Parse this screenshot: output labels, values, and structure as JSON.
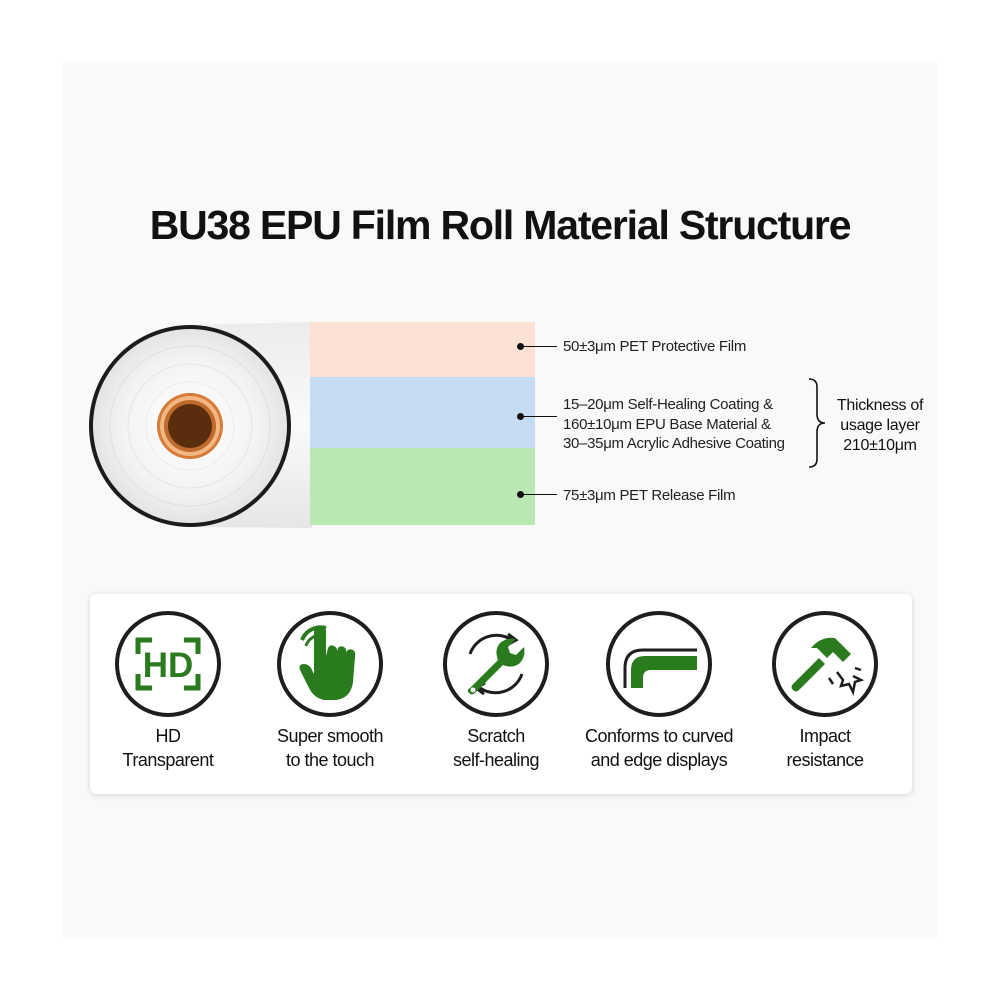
{
  "title": "BU38 EPU Film Roll Material Structure",
  "colors": {
    "pet_layer": "#fbe1d6",
    "epu_layer": "#c5dcf3",
    "release_layer": "#b9e8b3",
    "icon_green": "#2a7a1e",
    "core_copper": "#c06a2c"
  },
  "layers": [
    {
      "lines": [
        "50±3μm PET Protective Film"
      ]
    },
    {
      "lines": [
        "15–20μm Self-Healing Coating &",
        "160±10μm EPU Base Material &",
        "30–35μm Acrylic Adhesive Coating"
      ]
    },
    {
      "lines": [
        "75±3μm PET Release Film"
      ]
    }
  ],
  "thickness": {
    "lines": [
      "Thickness of",
      "usage layer",
      "210±10μm"
    ]
  },
  "features": [
    {
      "icon": "hd-icon",
      "icon_text": "HD",
      "lines": [
        "HD",
        "Transparent"
      ]
    },
    {
      "icon": "touch-hand-icon",
      "lines": [
        "Super smooth",
        "to the touch"
      ]
    },
    {
      "icon": "wrench-repair-icon",
      "lines": [
        "Scratch",
        "self-healing"
      ]
    },
    {
      "icon": "curved-edge-icon",
      "lines": [
        "Conforms to curved",
        "and edge displays"
      ]
    },
    {
      "icon": "hammer-impact-icon",
      "lines": [
        "Impact",
        "resistance"
      ]
    }
  ]
}
